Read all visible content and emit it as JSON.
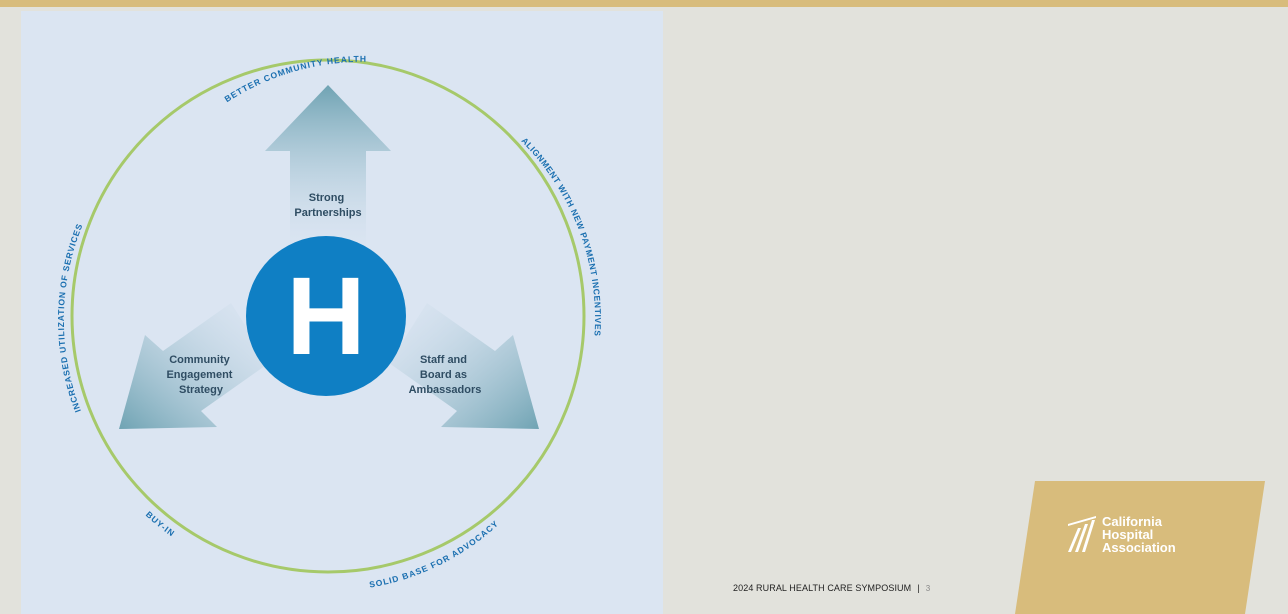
{
  "diagram": {
    "center_letter": "H",
    "arrows": [
      {
        "label_lines": [
          "Strong",
          "Partnerships"
        ]
      },
      {
        "label_lines": [
          "Community",
          "Engagement",
          "Strategy"
        ]
      },
      {
        "label_lines": [
          "Staff and",
          "Board as",
          "Ambassadors"
        ]
      }
    ],
    "ring_labels": {
      "top": "BETTER COMMUNITY HEALTH",
      "right": "ALIGNMENT WITH NEW PAYMENT INCENTIVES",
      "bottom_right": "SOLID BASE FOR ADVOCACY",
      "bottom_left": "BUY-IN",
      "left": "INCREASED UTILIZATION OF SERVICES"
    }
  },
  "footer": {
    "event": "2024 RURAL HEALTH CARE SYMPOSIUM",
    "separator": "|",
    "page": "3"
  },
  "logo": {
    "lines": [
      "California",
      "Hospital",
      "Association"
    ]
  },
  "colors": {
    "gold": "#d8bc7c",
    "ring": "#a6c96a",
    "hospital_blue": "#0f7fc4",
    "label_blue": "#1a6fb0",
    "arrow_teal": "#6fa3b3"
  }
}
